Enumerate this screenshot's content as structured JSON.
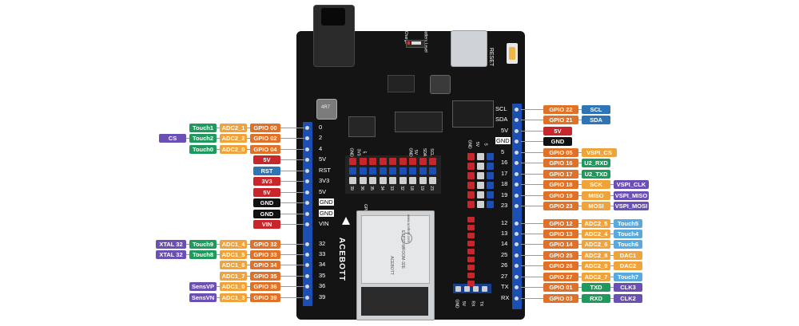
{
  "colors": {
    "green": "#1f9a5c",
    "orange": "#f0a33a",
    "gpio": "#e07128",
    "purple": "#6a4fb5",
    "red": "#c8262a",
    "blue": "#2f74b5",
    "black": "#111111",
    "lightblue": "#5aa9dd",
    "board": "#141414"
  },
  "board": {
    "battery_label": "8.4V Li-ion battery",
    "charge_label": "Charge",
    "battery_level_label": "Battery Level",
    "reset_label": "RESET",
    "inductor_label": "4R7",
    "brand": "ACEBOTT",
    "gpio23_label": "GPIO23",
    "module_lines": [
      "www.acebott.com",
      "ESP32-WROOM-32E",
      "ACEBOTT"
    ],
    "header_top_left": [
      "GND",
      "3V3",
      "5"
    ],
    "header_top_right": [
      "GND",
      "5V",
      "SDA",
      "SCL"
    ],
    "header_nums": [
      "39",
      "36",
      "35",
      "34",
      "33",
      "32",
      "18",
      "19",
      "23"
    ],
    "right_header_top": [
      "GND",
      "5V",
      "S"
    ],
    "bottom_header": [
      "GND",
      "5V",
      "RX",
      "TX"
    ]
  },
  "left_pins": [
    {
      "label": "0",
      "tags": [
        {
          "text": "Touch1",
          "c": "green"
        },
        {
          "text": "ADC2_1",
          "c": "orange"
        },
        {
          "text": "GPIO 00",
          "c": "gpio"
        }
      ]
    },
    {
      "label": "2",
      "tags": [
        {
          "text": "CS",
          "c": "purple"
        },
        {
          "text": "Touch2",
          "c": "green"
        },
        {
          "text": "ADC2_2",
          "c": "orange"
        },
        {
          "text": "GPIO 02",
          "c": "gpio"
        }
      ]
    },
    {
      "label": "4",
      "tags": [
        {
          "text": "Touch0",
          "c": "green"
        },
        {
          "text": "ADC2_0",
          "c": "orange"
        },
        {
          "text": "GPIO 04",
          "c": "gpio"
        }
      ]
    },
    {
      "label": "5V",
      "tags": [
        {
          "text": "5V",
          "c": "red"
        }
      ]
    },
    {
      "label": "RST",
      "tags": [
        {
          "text": "RST",
          "c": "blue"
        }
      ]
    },
    {
      "label": "3V3",
      "tags": [
        {
          "text": "3V3",
          "c": "red"
        }
      ]
    },
    {
      "label": "5V",
      "tags": [
        {
          "text": "5V",
          "c": "red"
        }
      ]
    },
    {
      "label": "GND",
      "tags": [
        {
          "text": "GND",
          "c": "black"
        }
      ]
    },
    {
      "label": "GND",
      "tags": [
        {
          "text": "GND",
          "c": "black"
        }
      ]
    },
    {
      "label": "VIN",
      "tags": [
        {
          "text": "VIN",
          "c": "red"
        }
      ]
    },
    {
      "label": "32",
      "tags": [
        {
          "text": "XTAL 32",
          "c": "purple"
        },
        {
          "text": "Touch9",
          "c": "green"
        },
        {
          "text": "ADC1_4",
          "c": "orange"
        },
        {
          "text": "GPIO 32",
          "c": "gpio"
        }
      ]
    },
    {
      "label": "33",
      "tags": [
        {
          "text": "XTAL 32",
          "c": "purple"
        },
        {
          "text": "Touch8",
          "c": "green"
        },
        {
          "text": "ADC1_5",
          "c": "orange"
        },
        {
          "text": "GPIO 33",
          "c": "gpio"
        }
      ]
    },
    {
      "label": "34",
      "tags": [
        {
          "text": "ADC1_6",
          "c": "orange"
        },
        {
          "text": "GPIO 34",
          "c": "gpio"
        }
      ]
    },
    {
      "label": "35",
      "tags": [
        {
          "text": "ADC1_7",
          "c": "orange"
        },
        {
          "text": "GPIO 35",
          "c": "gpio"
        }
      ]
    },
    {
      "label": "36",
      "tags": [
        {
          "text": "SensVP",
          "c": "purple"
        },
        {
          "text": "ADC1_0",
          "c": "orange"
        },
        {
          "text": "GPIO 36",
          "c": "gpio"
        }
      ]
    },
    {
      "label": "39",
      "tags": [
        {
          "text": "SensVN",
          "c": "purple"
        },
        {
          "text": "ADC1_3",
          "c": "orange"
        },
        {
          "text": "GPIO 39",
          "c": "gpio"
        }
      ]
    }
  ],
  "right_pins": [
    {
      "label": "SCL",
      "tags": [
        {
          "text": "GPIO 22",
          "c": "gpio"
        },
        {
          "text": "SCL",
          "c": "blue"
        }
      ]
    },
    {
      "label": "SDA",
      "tags": [
        {
          "text": "GPIO 21",
          "c": "gpio"
        },
        {
          "text": "SDA",
          "c": "blue"
        }
      ]
    },
    {
      "label": "5V",
      "tags": [
        {
          "text": "5V",
          "c": "red"
        }
      ]
    },
    {
      "label": "GND",
      "tags": [
        {
          "text": "GND",
          "c": "black"
        }
      ]
    },
    {
      "label": "5",
      "tags": [
        {
          "text": "GPIO 05",
          "c": "gpio"
        },
        {
          "text": "VSPI_CS",
          "c": "orange"
        }
      ]
    },
    {
      "label": "16",
      "tags": [
        {
          "text": "GPIO 16",
          "c": "gpio"
        },
        {
          "text": "U2_RXD",
          "c": "green"
        }
      ]
    },
    {
      "label": "17",
      "tags": [
        {
          "text": "GPIO 17",
          "c": "gpio"
        },
        {
          "text": "U2_TXD",
          "c": "green"
        }
      ]
    },
    {
      "label": "18",
      "tags": [
        {
          "text": "GPIO 18",
          "c": "gpio"
        },
        {
          "text": "SCK",
          "c": "orange"
        },
        {
          "text": "VSPI_CLK",
          "c": "purple"
        }
      ]
    },
    {
      "label": "19",
      "tags": [
        {
          "text": "GPIO 19",
          "c": "gpio"
        },
        {
          "text": "MISO",
          "c": "orange"
        },
        {
          "text": "VSPI_MISO",
          "c": "purple"
        }
      ]
    },
    {
      "label": "23",
      "tags": [
        {
          "text": "GPIO 23",
          "c": "gpio"
        },
        {
          "text": "MOSI",
          "c": "orange"
        },
        {
          "text": "VSPI_MOSI",
          "c": "purple"
        }
      ]
    },
    {
      "label": "12",
      "tags": [
        {
          "text": "GPIO 12",
          "c": "gpio"
        },
        {
          "text": "ADC2_5",
          "c": "orange"
        },
        {
          "text": "Touch5",
          "c": "lightblue"
        }
      ]
    },
    {
      "label": "13",
      "tags": [
        {
          "text": "GPIO 13",
          "c": "gpio"
        },
        {
          "text": "ADC2_4",
          "c": "orange"
        },
        {
          "text": "Touch4",
          "c": "lightblue"
        }
      ]
    },
    {
      "label": "14",
      "tags": [
        {
          "text": "GPIO 14",
          "c": "gpio"
        },
        {
          "text": "ADC2_6",
          "c": "orange"
        },
        {
          "text": "Touch6",
          "c": "lightblue"
        }
      ]
    },
    {
      "label": "25",
      "tags": [
        {
          "text": "GPIO 25",
          "c": "gpio"
        },
        {
          "text": "ADC2_8",
          "c": "orange"
        },
        {
          "text": "DAC1",
          "c": "orange"
        }
      ]
    },
    {
      "label": "26",
      "tags": [
        {
          "text": "GPIO 26",
          "c": "gpio"
        },
        {
          "text": "ADC2_9",
          "c": "orange"
        },
        {
          "text": "DAC2",
          "c": "orange"
        }
      ]
    },
    {
      "label": "27",
      "tags": [
        {
          "text": "GPIO 27",
          "c": "gpio"
        },
        {
          "text": "ADC2_7",
          "c": "orange"
        },
        {
          "text": "Touch7",
          "c": "lightblue"
        }
      ]
    },
    {
      "label": "TX",
      "tags": [
        {
          "text": "GPIO 01",
          "c": "gpio"
        },
        {
          "text": "TXD",
          "c": "green"
        },
        {
          "text": "CLK3",
          "c": "purple"
        }
      ]
    },
    {
      "label": "RX",
      "tags": [
        {
          "text": "GPIO 03",
          "c": "gpio"
        },
        {
          "text": "RXD",
          "c": "green"
        },
        {
          "text": "CLK2",
          "c": "purple"
        }
      ]
    }
  ]
}
